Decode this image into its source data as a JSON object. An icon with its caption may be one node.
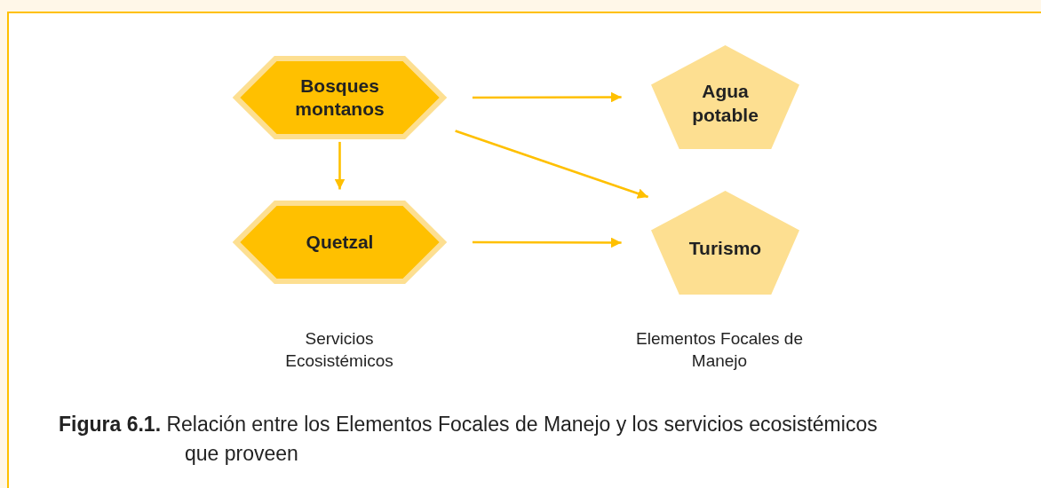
{
  "diagram": {
    "caption": "**Figura 6.1.** Relación entre los Elementos Focales de Manejo y los servicios ecosistémicos que proveen",
    "nodes": [
      {
        "text": [
          "Bosques montanos"
        ]
      },
      {
        "text": [
          "Quetzal"
        ]
      },
      {
        "text": [
          "Agua potable"
        ]
      },
      {
        "text": [
          "Turismo"
        ]
      }
    ],
    "edges": [
      {
        "from": 0,
        "to": 2,
        "arrow": "to"
      },
      {
        "from": 0,
        "to": 1,
        "arrow": "to"
      },
      {
        "from": 0,
        "to": 3,
        "arrow": "to"
      },
      {
        "from": 1,
        "to": 3,
        "arrow": "to"
      }
    ],
    "labels": [
      "Servicios Ecosistémicos",
      "Elementos Focales de Manejo"
    ]
  }
}
